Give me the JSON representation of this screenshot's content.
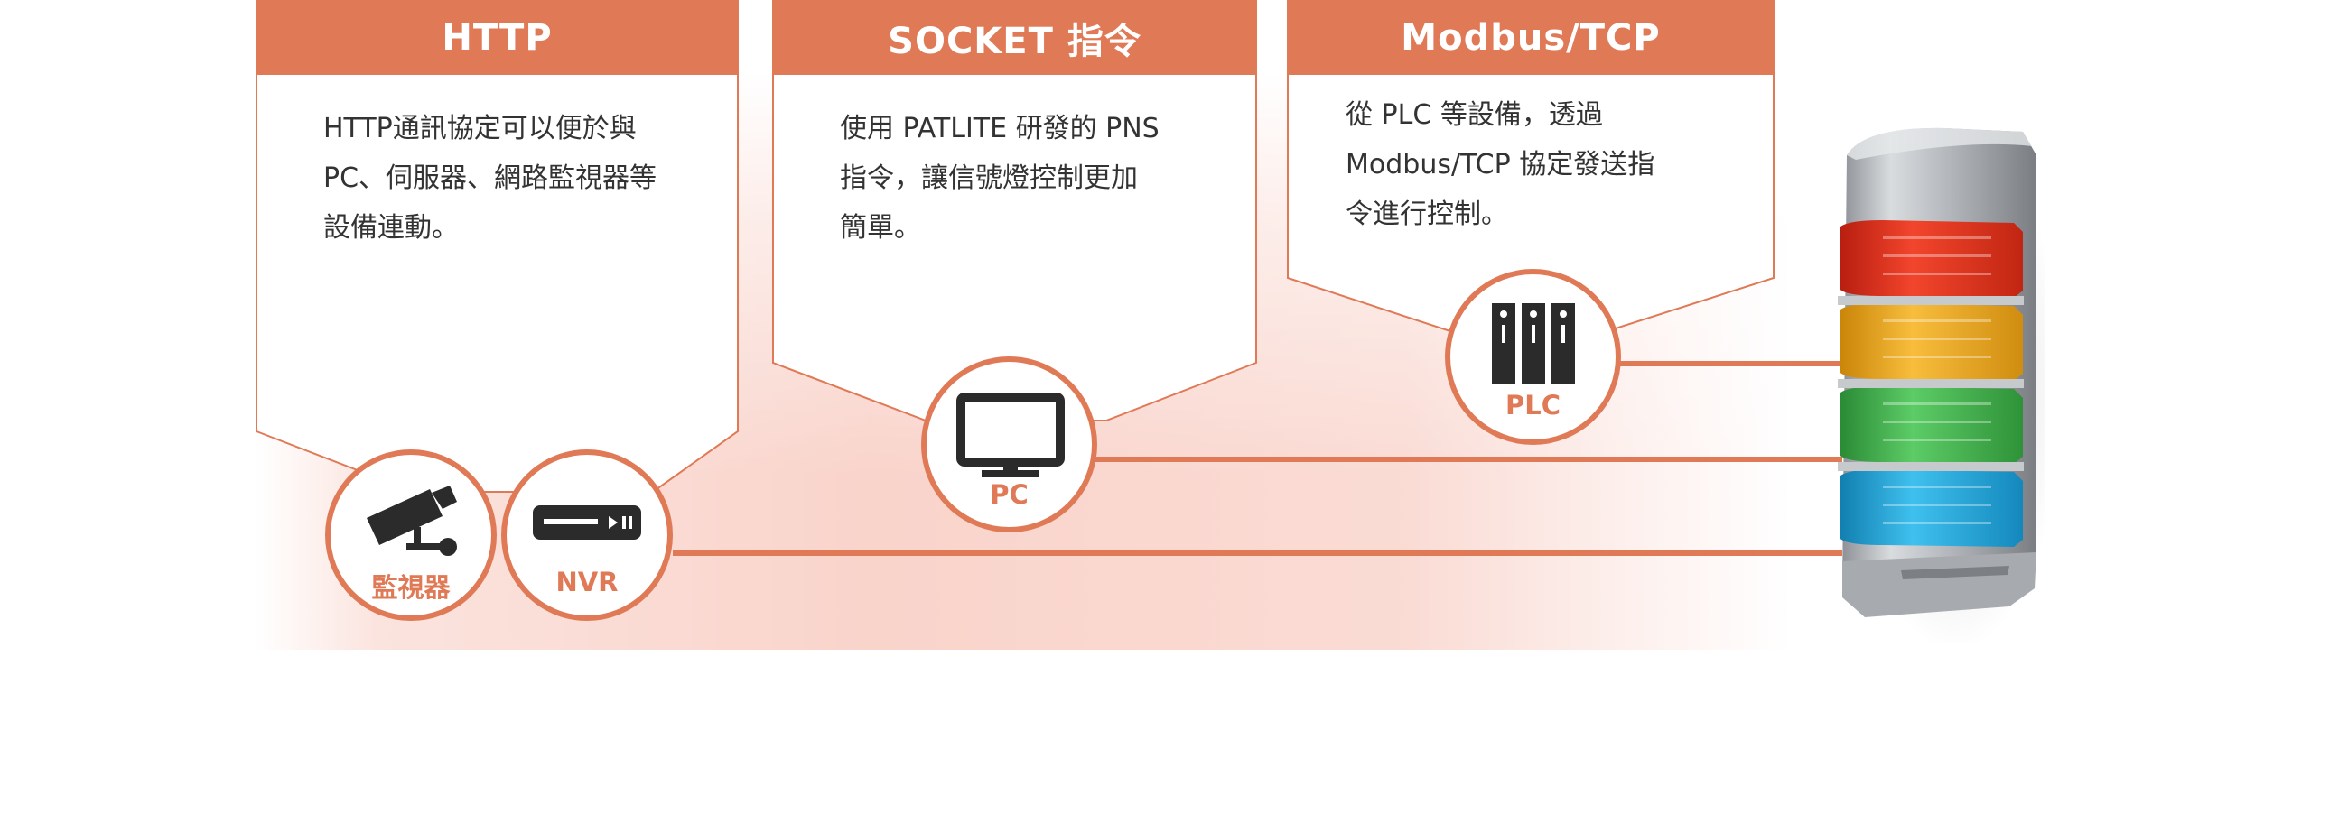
{
  "http": {
    "title": "HTTP",
    "body": "HTTP通訊協定可以便於與\nPC、伺服器、網路監視器等\n設備連動。"
  },
  "socket": {
    "title": "SOCKET 指令",
    "body": "使用 PATLITE 研發的 PNS\n指令，讓信號燈控制更加\n簡單。"
  },
  "modbus": {
    "title": "Modbus/TCP",
    "body": "從 PLC 等設備，透過\nModbus/TCP 協定發送指\n令進行控制。"
  },
  "devices": {
    "camera": {
      "label": "監視器",
      "icon": "security-camera-icon"
    },
    "nvr": {
      "label": "NVR",
      "icon": "nvr-recorder-icon"
    },
    "pc": {
      "label": "PC",
      "icon": "monitor-icon"
    },
    "plc": {
      "label": "PLC",
      "icon": "plc-rack-icon"
    }
  },
  "colors": {
    "accent": "#e07a56",
    "text": "#333333",
    "tier_red": "#e8341c",
    "tier_amber": "#f2a81d",
    "tier_green": "#3fb54a",
    "tier_blue": "#1ea6de",
    "body_silver": "#b8bcc0"
  }
}
